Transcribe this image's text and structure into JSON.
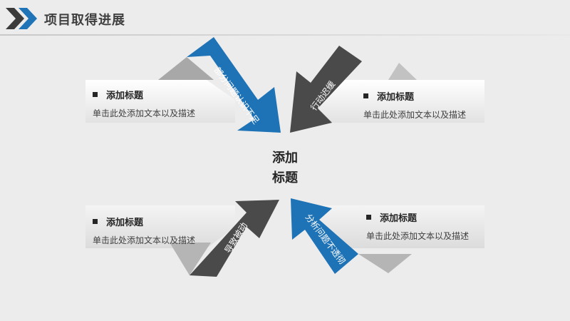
{
  "header": {
    "title": "项目取得进展",
    "colors": {
      "accent": "#1f74b8",
      "dark": "#3b3b3b"
    }
  },
  "center": {
    "line1": "添加",
    "line2": "标题"
  },
  "arrows": {
    "top_left": {
      "label": "部分问题认识不足",
      "color": "#1e72b6"
    },
    "top_right": {
      "label": "行动迟缓",
      "color": "#4a4a4a"
    },
    "bottom_left": {
      "label": "导致被动",
      "color": "#4a4a4a"
    },
    "bottom_right": {
      "label": "分析问题不透彻",
      "color": "#1e72b6"
    }
  },
  "cards": {
    "top_left": {
      "heading": "添加标题",
      "desc": "单击此处添加文本以及描述"
    },
    "top_right": {
      "heading": "添加标题",
      "desc": "单击此处添加文本以及描述"
    },
    "bottom_left": {
      "heading": "添加标题",
      "desc": "单击此处添加文本以及描述"
    },
    "bottom_right": {
      "heading": "添加标题",
      "desc": "单击此处添加文本以及描述"
    }
  }
}
